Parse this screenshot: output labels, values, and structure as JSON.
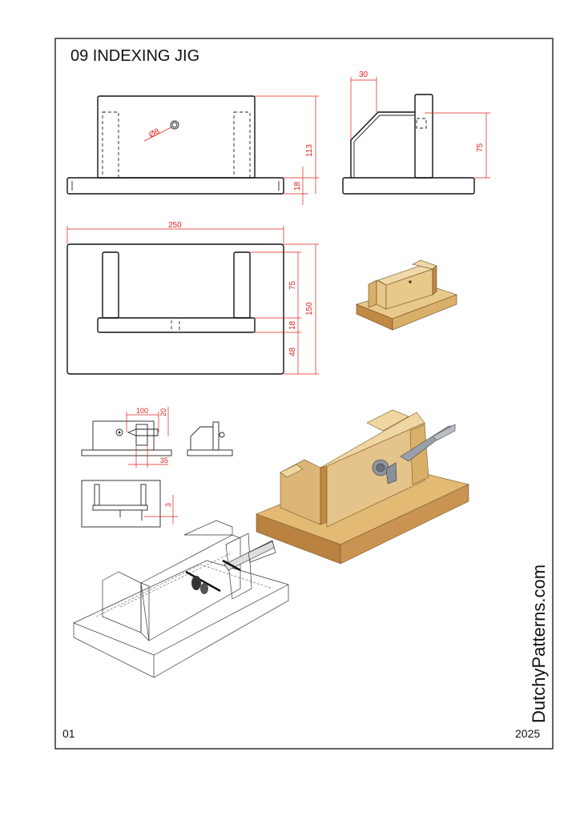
{
  "title": "09 INDEXING JIG",
  "page_number": "01",
  "year": "2025",
  "brand": "DutchyPatterns.com",
  "colors": {
    "dimension": "#e0201c",
    "wood_light": "#e8c98a",
    "wood_mid": "#d9b06a",
    "wood_dark": "#c08a45"
  },
  "front_view": {
    "hole": "Ø8",
    "height": "113",
    "base": "18"
  },
  "side_view": {
    "chamfer": "30",
    "hole_height": "75"
  },
  "top_view": {
    "length": "250",
    "width": "150",
    "upright": "75",
    "bar": "18",
    "offset": "48"
  },
  "detail_views": {
    "d100": "100",
    "d20": "20",
    "d35": "35",
    "d3": "3"
  }
}
